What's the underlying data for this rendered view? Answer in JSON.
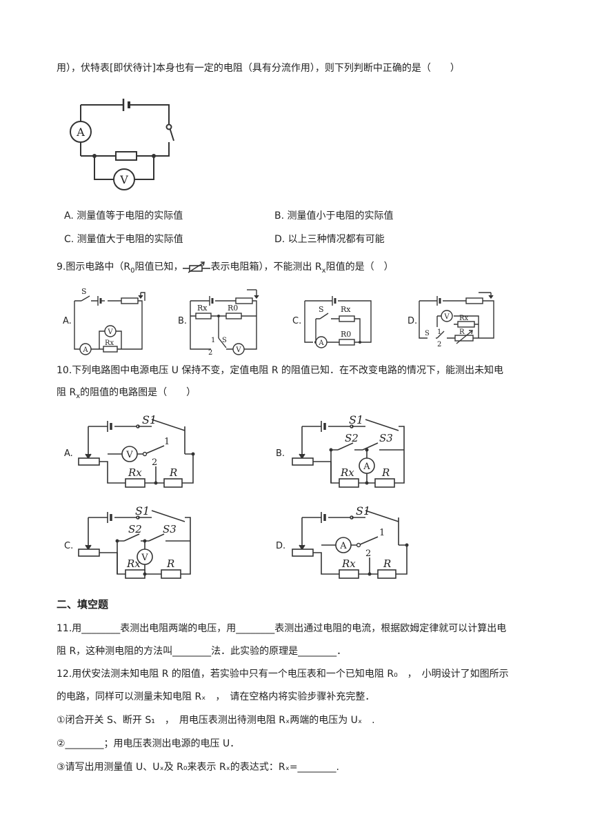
{
  "q8": {
    "stem_tail": "用），伏特表[即伏待计]本身也有一定的电阻（具有分流作用），则下列判断中正确的是（　　）",
    "options": [
      "A. 测量值等于电阻的实际值",
      "B. 测量值小于电阻的实际值",
      "C. 测量值大于电阻的实际值",
      "D. 以上三种情况都有可能"
    ],
    "meter_a": "A",
    "meter_v": "V"
  },
  "q9": {
    "stem_a": "9.图示电路中（R",
    "sub0": "0",
    "stem_b": "阻值已知，",
    "stem_c": "表示电阻箱），不能测出 R",
    "subx": "x",
    "stem_d": "阻值的是（　）",
    "labels": [
      "A.",
      "B.",
      "C.",
      "D."
    ],
    "sym": {
      "s": "S",
      "v": "V",
      "a": "A",
      "rx": "Rx",
      "r0": "R0",
      "r": "R",
      "one": "1",
      "two": "2"
    }
  },
  "q10": {
    "stem_line1": "10.下列电路图中电源电压 U 保持不变，定值电阻 R 的阻值已知．在不改变电路的情况下，能测出未知电",
    "stem_line2a": "阻 R",
    "subx": "x",
    "stem_line2b": "的阻值的电路图是（　　）",
    "labels": [
      "A.",
      "B.",
      "C.",
      "D."
    ],
    "sym": {
      "s1": "S1",
      "s2": "S2",
      "s3": "S3",
      "v": "V",
      "a": "A",
      "rx": "Rx",
      "r": "R",
      "one": "1",
      "two": "2"
    }
  },
  "section2": {
    "title": "二、填空题"
  },
  "q11": {
    "line1": "11.用________表测出电阻两端的电压，用________表测出通过电阻的电流，根据欧姆定律就可以计算出电",
    "line2": "阻 R，这种测电阻的方法叫________法．此实验的原理是________．"
  },
  "q12": {
    "line1": "12.用伏安法测未知电阻 R 的阻值，若实验中只有一个电压表和一个已知电阻 R₀　，　小明设计了如图所示",
    "line2": "的电路，同样可以测量未知电阻 Rₓ　，　请在空格内将实验步骤补充完整．",
    "step1": "①闭合开关 S、断开 S₁　，　用电压表测出待测电阻 Rₓ两端的电压为 Uₓ　.",
    "step2": "②________；用电压表测出电源的电压 U．",
    "step3": "③请写出用测量值 U、Uₓ及 R₀来表示 Rₓ的表达式：Rₓ=________."
  }
}
